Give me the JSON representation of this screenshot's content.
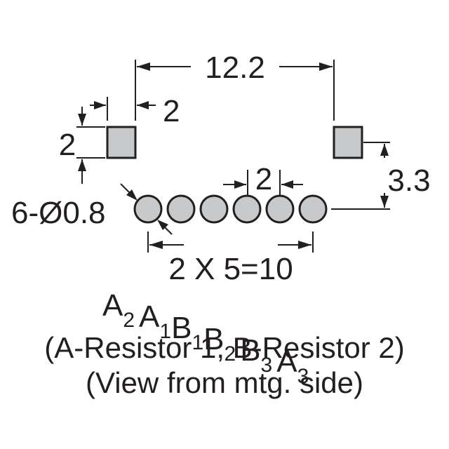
{
  "dimensions": {
    "pad_spacing": "12.2",
    "pad_width": "2",
    "pad_height": "2",
    "pin_pitch": "2",
    "pad_to_pin_offset": "3.3",
    "hole_spec": "6-Ø0.8",
    "pin_span": "2 X 5=10"
  },
  "pins": [
    {
      "letter": "A",
      "index": "2"
    },
    {
      "letter": "A",
      "index": "1"
    },
    {
      "letter": "B",
      "index": "1"
    },
    {
      "letter": "B",
      "index": "2"
    },
    {
      "letter": "B",
      "index": "3"
    },
    {
      "letter": "A",
      "index": "3"
    }
  ],
  "legend": "(A-Resistor 1, B-Resistor 2)",
  "view_note": "(View from mtg. side)",
  "colors": {
    "line": "#231f20",
    "fill": "#c8c9cb"
  }
}
